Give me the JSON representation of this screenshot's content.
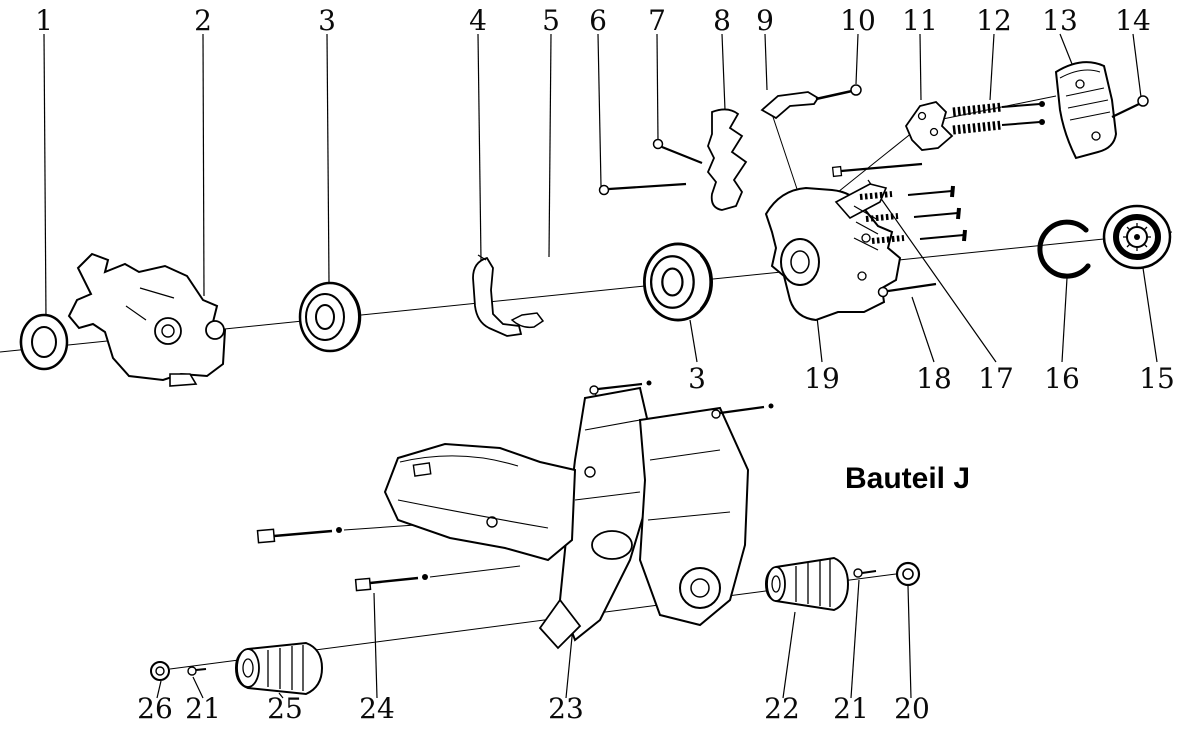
{
  "figure": {
    "label": "Bauteil J"
  },
  "callouts": {
    "top": [
      "1",
      "2",
      "3",
      "4",
      "5",
      "6",
      "7",
      "8",
      "9",
      "10",
      "11",
      "12",
      "13",
      "14"
    ],
    "mid": [
      "3",
      "19",
      "18",
      "17",
      "16",
      "15"
    ],
    "bottom": [
      "26",
      "21",
      "25",
      "24",
      "23",
      "22",
      "21",
      "20"
    ]
  },
  "colors": {
    "ink": "#000000",
    "background": "#ffffff"
  }
}
